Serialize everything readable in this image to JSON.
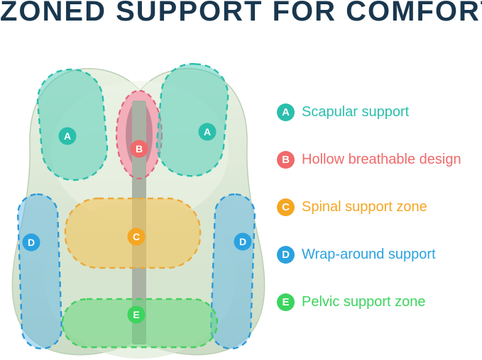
{
  "title": "ZONED SUPPORT FOR COMFORT",
  "title_color": "#19374e",
  "zones": [
    {
      "letter": "A",
      "label": "Scapular support",
      "color": "#2abfac"
    },
    {
      "letter": "B",
      "label": "Hollow breathable design",
      "color": "#f06a6a"
    },
    {
      "letter": "C",
      "label": "Spinal support zone",
      "color": "#f5a623"
    },
    {
      "letter": "D",
      "label": "Wrap-around support",
      "color": "#2aa2e0"
    },
    {
      "letter": "E",
      "label": "Pelvic support zone",
      "color": "#3cd45f"
    }
  ],
  "diagram": {
    "cushion_color": "#d6e4d0",
    "strap_color": "#a9b2a4",
    "hole_ring_color": "#f3aeba",
    "hole_inner_color": "#c08b97"
  }
}
